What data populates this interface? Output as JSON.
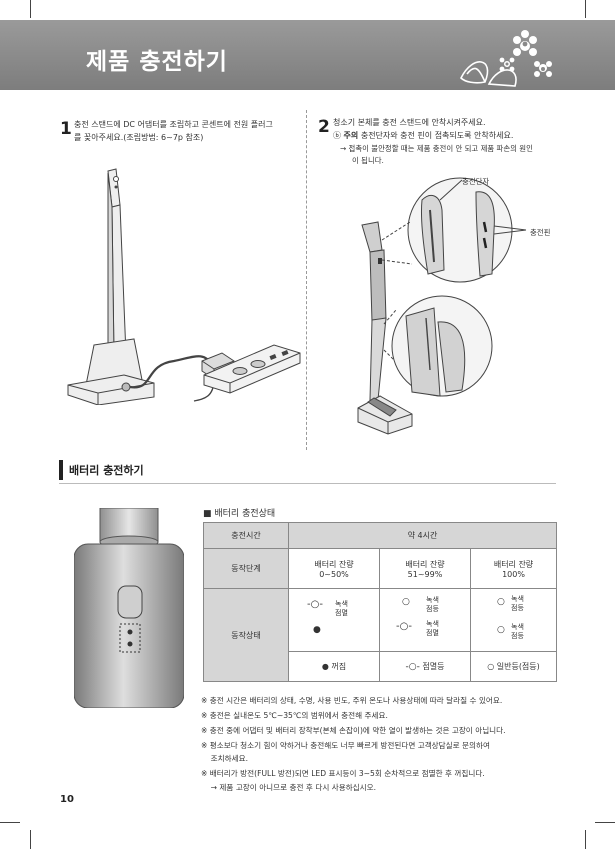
{
  "header": {
    "title": "제품 충전하기"
  },
  "step1": {
    "number": "1",
    "text_line1": "충전 스탠드에 DC 어댑터를 조립하고 콘센트에 전원 플러그",
    "text_line2": "를 꽂아주세요.(조립방법: 6~7p 참조)"
  },
  "step2": {
    "number": "2",
    "text_line1": "청소기 본체를 충전 스탠드에 안착시켜주세요.",
    "note_prefix": "ⓑ",
    "note_label": "주의",
    "note_text": "충전단자와 충전 핀이 접촉되도록 안착하세요.",
    "arrow_line1": "→ 접촉이 불안정할 때는 제품 충전이 안 되고 제품 파손의 원인",
    "arrow_line2": "이 됩니다.",
    "callout_terminal": "충전단자",
    "callout_pin": "충전핀"
  },
  "section": {
    "title": "배터리 충전하기"
  },
  "battery_status": {
    "subtitle": "■ 배터리 충전상태",
    "row_time_label": "충전시간",
    "row_time_value": "약 4시간",
    "row_stage_label": "동작단계",
    "stage1_line1": "배터리 잔량",
    "stage1_line2": "0~50%",
    "stage2_line1": "배터리 잔량",
    "stage2_line2": "51~99%",
    "stage3_line1": "배터리 잔량",
    "stage3_line2": "100%",
    "row_state_label": "동작상태",
    "c1_led1": "녹색",
    "c1_led1b": "점멸",
    "c2_led1": "녹색",
    "c2_led1b": "점등",
    "c2_led2": "녹색",
    "c2_led2b": "점멸",
    "c3_led1": "녹색",
    "c3_led1b": "점등",
    "c3_led2": "녹색",
    "c3_led2b": "점등",
    "legend_off": "꺼짐",
    "legend_blink": "점멸등",
    "legend_on": "일반등(점등)"
  },
  "notes": [
    "※ 충전 시간은 배터리의 상태, 수명, 사용 빈도, 주위 온도나 사용상태에 따라 달라질 수 있어요.",
    "※ 충전은 실내온도 5℃~35℃의 범위에서 충전해 주세요.",
    "※ 충전 중에 어댑터 및 배터리 장착부(본체 손잡이)에 약한 열이 발생하는 것은 고장이 아닙니다.",
    "※ 평소보다 청소기 힘이 약하거나 충전해도 너무 빠르게 방전된다면 고객상담실로 문의하여",
    "    조치하세요.",
    "※ 배터리가 방전(FULL 방전)되면 LED 표시등이 3~5회 순차적으로 점멸한 후 꺼집니다.",
    "    → 제품 고장이 아니므로 충전 후 다시 사용하십시오."
  ],
  "page_number": "10",
  "colors": {
    "header_band": "#8a8a8a",
    "table_header": "#d6d6d6",
    "accent_text": "#ffffff"
  }
}
